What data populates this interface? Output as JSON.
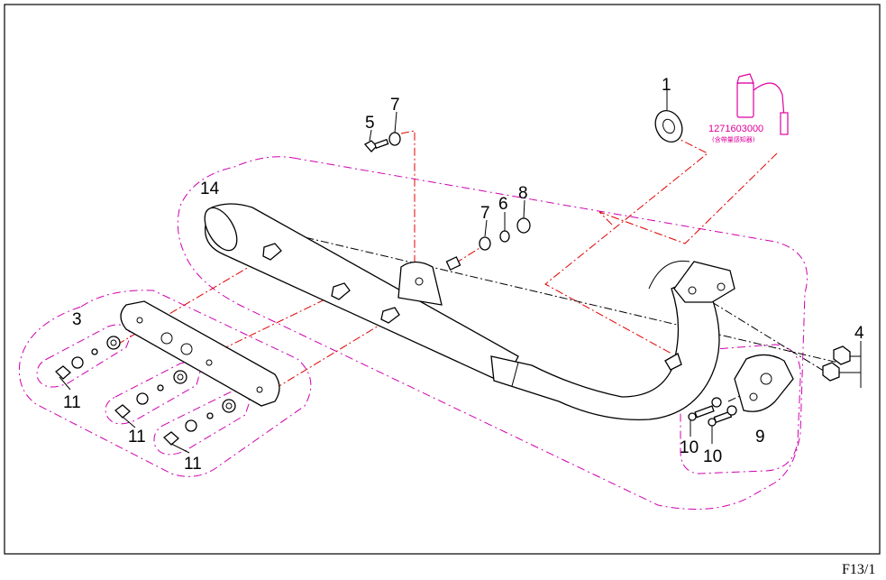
{
  "diagram": {
    "callouts": [
      {
        "id": "c1",
        "label": "1"
      },
      {
        "id": "c3",
        "label": "3"
      },
      {
        "id": "c4",
        "label": "4"
      },
      {
        "id": "c5",
        "label": "5"
      },
      {
        "id": "c6",
        "label": "6"
      },
      {
        "id": "c7a",
        "label": "7"
      },
      {
        "id": "c7b",
        "label": "7"
      },
      {
        "id": "c8",
        "label": "8"
      },
      {
        "id": "c9",
        "label": "9"
      },
      {
        "id": "c10a",
        "label": "10"
      },
      {
        "id": "c10b",
        "label": "10"
      },
      {
        "id": "c11a",
        "label": "11"
      },
      {
        "id": "c11b",
        "label": "11"
      },
      {
        "id": "c11c",
        "label": "11"
      },
      {
        "id": "c14",
        "label": "14"
      }
    ],
    "sensor_part_number": "1271603000",
    "sensor_note": "(含帶量感知器)",
    "page_code": "F13/1",
    "colors": {
      "group_outline": "#d000b0",
      "assembly_line": "#e00000",
      "sensor": "#e000a0"
    }
  }
}
